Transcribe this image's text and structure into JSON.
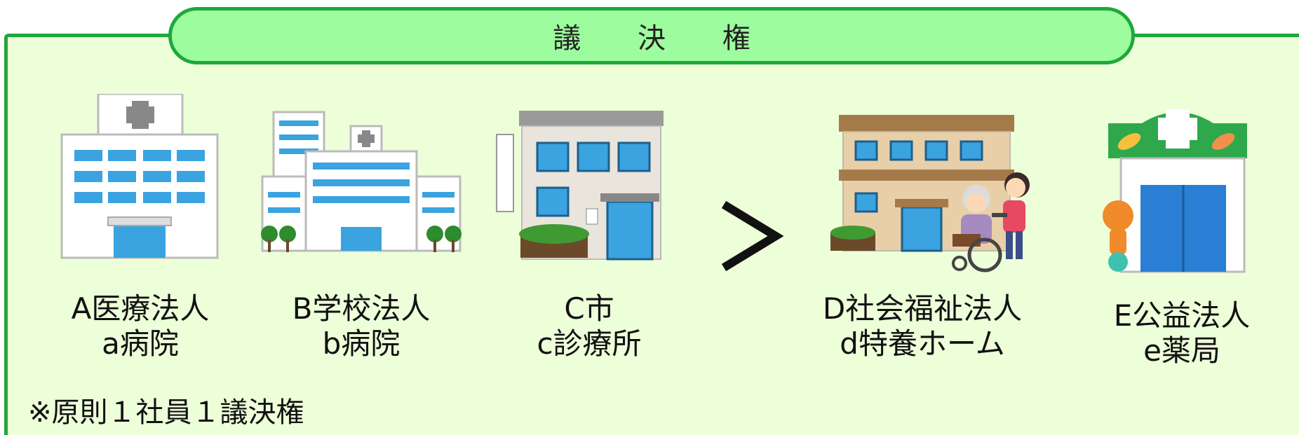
{
  "title": "議 決 権",
  "facilities": [
    {
      "line1": "A医療法人",
      "line2": "a病院",
      "icon": "hospital-icon"
    },
    {
      "line1": "B学校法人",
      "line2": "b病院",
      "icon": "university-hospital-icon"
    },
    {
      "line1": "C市",
      "line2": "c診療所",
      "icon": "clinic-icon"
    },
    {
      "line1": "D社会福祉法人",
      "line2": "d特養ホーム",
      "icon": "nursing-home-icon"
    },
    {
      "line1": "E公益法人",
      "line2": "e薬局",
      "icon": "pharmacy-icon"
    }
  ],
  "comparison_symbol": ">",
  "note": "※原則１社員１議決権",
  "colors": {
    "border": "#1ea83a",
    "pill": "#9dfc9d",
    "panel": "#edffd9",
    "window": "#3aa3e0"
  }
}
